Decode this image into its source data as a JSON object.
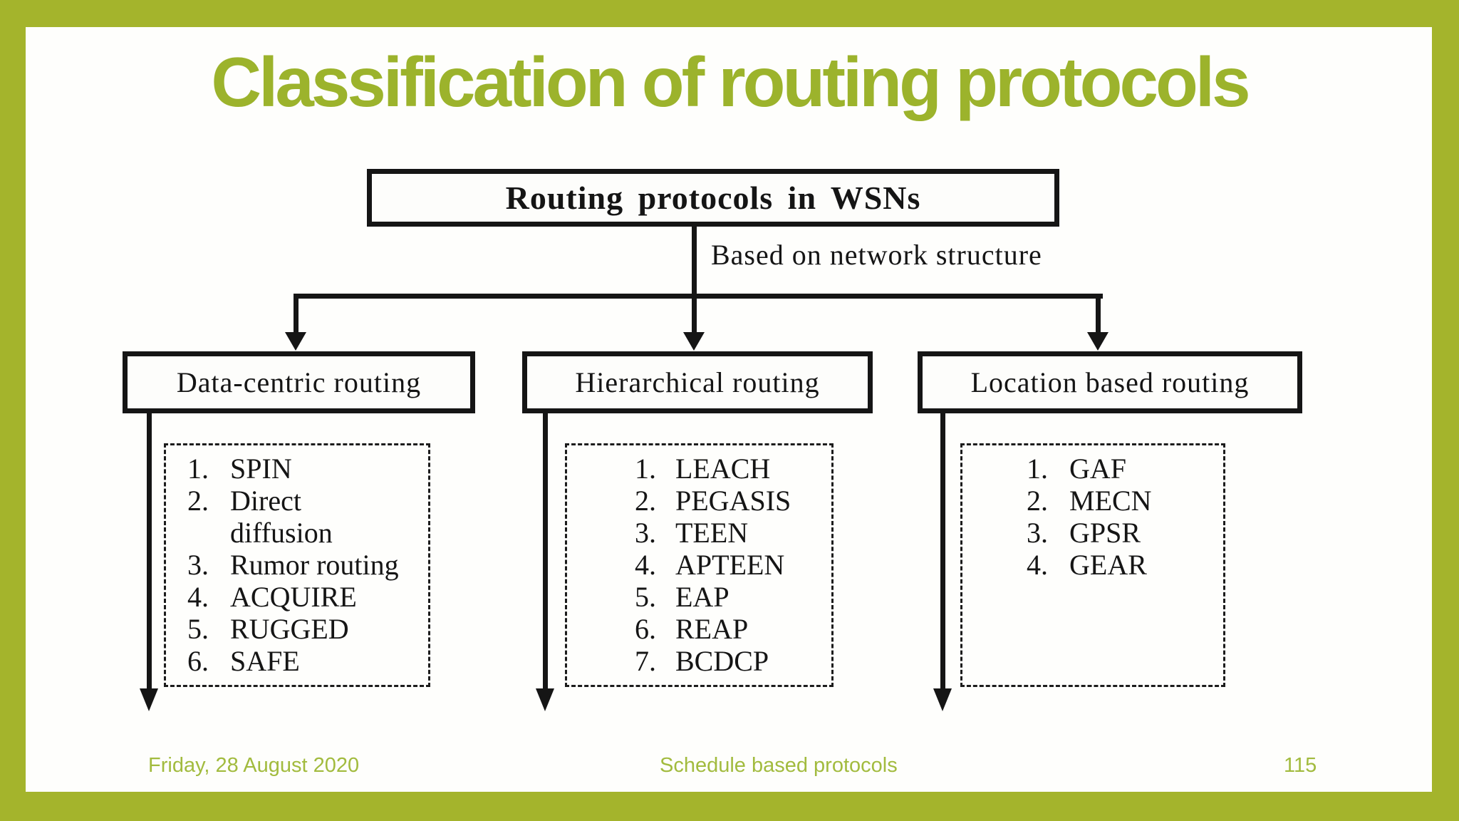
{
  "colors": {
    "frame_green": "#a4b42c",
    "title_green": "#9cb32c",
    "footer_green": "#a2bb3e",
    "diagram_ink": "#151515"
  },
  "slide": {
    "title": "Classification of routing protocols",
    "footer": {
      "date": "Friday, 28 August 2020",
      "section": "Schedule based protocols",
      "page_number": "115"
    }
  },
  "diagram": {
    "root_label": "Routing protocols in WSNs",
    "edge_label": "Based on network structure",
    "branches": [
      {
        "label": "Data-centric routing",
        "items": [
          {
            "num": "1.",
            "name": "SPIN"
          },
          {
            "num": "2.",
            "name": "Direct\ndiffusion"
          },
          {
            "num": "3.",
            "name": "Rumor routing"
          },
          {
            "num": "4.",
            "name": "ACQUIRE"
          },
          {
            "num": "5.",
            "name": "RUGGED"
          },
          {
            "num": "6.",
            "name": "SAFE"
          }
        ]
      },
      {
        "label": "Hierarchical routing",
        "items": [
          {
            "num": "1.",
            "name": "LEACH"
          },
          {
            "num": "2.",
            "name": "PEGASIS"
          },
          {
            "num": "3.",
            "name": "TEEN"
          },
          {
            "num": "4.",
            "name": "APTEEN"
          },
          {
            "num": "5.",
            "name": "EAP"
          },
          {
            "num": "6.",
            "name": "REAP"
          },
          {
            "num": "7.",
            "name": "BCDCP"
          }
        ]
      },
      {
        "label": "Location based routing",
        "items": [
          {
            "num": "1.",
            "name": "GAF"
          },
          {
            "num": "2.",
            "name": "MECN"
          },
          {
            "num": "3.",
            "name": "GPSR"
          },
          {
            "num": "4.",
            "name": "GEAR"
          }
        ]
      }
    ]
  }
}
